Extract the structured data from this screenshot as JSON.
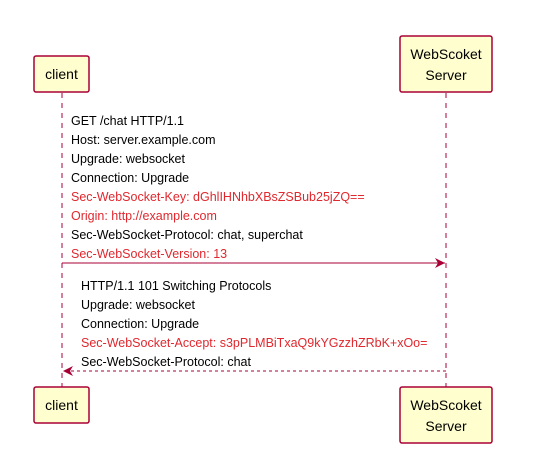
{
  "participants": {
    "client": {
      "top_label": "client",
      "bottom_label": "client"
    },
    "server": {
      "top_label_line1": "WebScoket",
      "top_label_line2": "Server",
      "bottom_label_line1": "WebScoket",
      "bottom_label_line2": "Server"
    }
  },
  "colors": {
    "box_fill": "#FEFECE",
    "box_border": "#A80036",
    "lifeline": "#A80036",
    "arrow": "#A80036",
    "text_normal": "#000000",
    "text_highlight": "#E0282E"
  },
  "request": {
    "direction": "client-to-server",
    "style": "solid",
    "lines": [
      {
        "text": "GET /chat HTTP/1.1",
        "highlight": false
      },
      {
        "text": "Host: server.example.com",
        "highlight": false
      },
      {
        "text": "Upgrade: websocket",
        "highlight": false
      },
      {
        "text": "Connection: Upgrade",
        "highlight": false
      },
      {
        "text": "Sec-WebSocket-Key: dGhlIHNhbXBsZSBub25jZQ==",
        "highlight": true
      },
      {
        "text": "Origin: http://example.com",
        "highlight": true
      },
      {
        "text": "Sec-WebSocket-Protocol: chat, superchat",
        "highlight": false
      },
      {
        "text": "Sec-WebSocket-Version: 13",
        "highlight": true
      }
    ]
  },
  "response": {
    "direction": "server-to-client",
    "style": "dashed",
    "lines": [
      {
        "text": "HTTP/1.1 101 Switching Protocols",
        "highlight": false
      },
      {
        "text": "Upgrade: websocket",
        "highlight": false
      },
      {
        "text": "Connection: Upgrade",
        "highlight": false
      },
      {
        "text": "Sec-WebSocket-Accept: s3pPLMBiTxaQ9kYGzzhZRbK+xOo=",
        "highlight": true
      },
      {
        "text": "Sec-WebSocket-Protocol: chat",
        "highlight": false
      }
    ]
  }
}
